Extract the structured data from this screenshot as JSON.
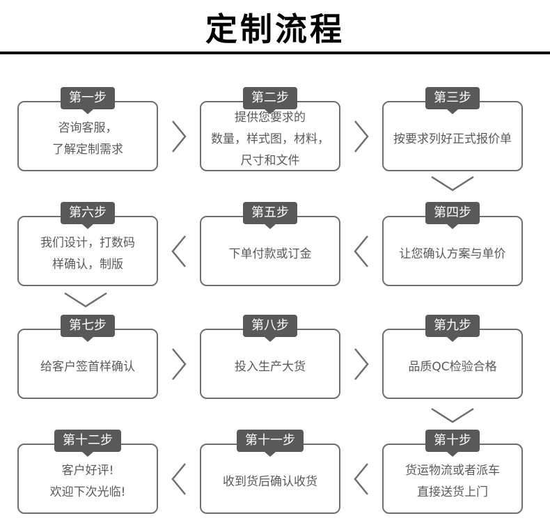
{
  "title": "定制流程",
  "colors": {
    "badge_bg": "#58595b",
    "badge_text": "#ffffff",
    "box_border": "#6d6e70",
    "box_text": "#58595b",
    "title_text": "#000000",
    "divider": "#000000",
    "arrow": "#6d6e70"
  },
  "steps": [
    {
      "badge": "第一步",
      "lines": [
        "咨询客服，",
        "了解定制需求"
      ]
    },
    {
      "badge": "第二步",
      "lines": [
        "提供您要求的",
        "数量，样式图，材料，",
        "尺寸和文件"
      ]
    },
    {
      "badge": "第三步",
      "lines": [
        "按要求列好正式报价单"
      ]
    },
    {
      "badge": "第四步",
      "lines": [
        "让您确认方案与单价"
      ]
    },
    {
      "badge": "第五步",
      "lines": [
        "下单付款或订金"
      ]
    },
    {
      "badge": "第六步",
      "lines": [
        "我们设计，打数码",
        "样确认，制版"
      ]
    },
    {
      "badge": "第七步",
      "lines": [
        "给客户签首样确认"
      ]
    },
    {
      "badge": "第八步",
      "lines": [
        "投入生产大货"
      ]
    },
    {
      "badge": "第九步",
      "lines": [
        "品质QC检验合格"
      ]
    },
    {
      "badge": "第十步",
      "lines": [
        "货运物流或者派车",
        "直接送货上门"
      ]
    },
    {
      "badge": "第十一步",
      "lines": [
        "收到货后确认收货"
      ]
    },
    {
      "badge": "第十二步",
      "lines": [
        "客户好评!",
        "欢迎下次光临!"
      ]
    }
  ]
}
